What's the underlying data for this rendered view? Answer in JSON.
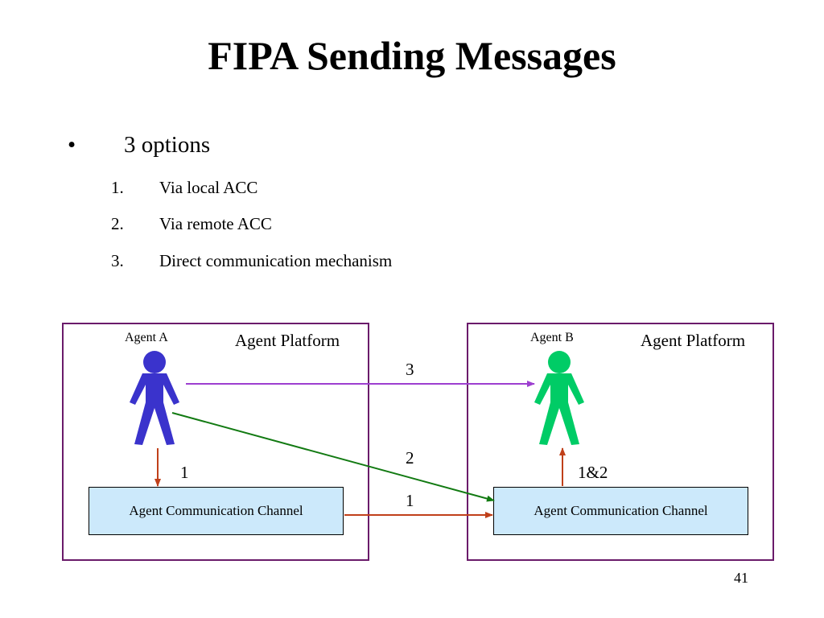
{
  "slide": {
    "title": "FIPA Sending Messages",
    "bullet_symbol": "•",
    "bullet_text": "3 options",
    "items": [
      {
        "num": "1.",
        "text": "Via local ACC"
      },
      {
        "num": "2.",
        "text": "Via remote ACC"
      },
      {
        "num": "3.",
        "text": "Direct communication mechanism"
      }
    ],
    "page_number": "41"
  },
  "diagram": {
    "left_platform": {
      "label": "Agent Platform",
      "agent_label": "Agent A",
      "channel_label": "Agent Communication Channel"
    },
    "right_platform": {
      "label": "Agent Platform",
      "agent_label": "Agent B",
      "channel_label": "Agent Communication Channel"
    },
    "arrow_labels": {
      "local_down": "1",
      "direct": "3",
      "remote": "2",
      "channel_link": "1",
      "up_to_b": "1&2"
    },
    "colors": {
      "agent_a": "#3a33cc",
      "agent_b": "#00cc66",
      "platform_border": "#6a1b6a",
      "channel_fill": "#cce9fb",
      "arrow_direct": "#9d3fd0",
      "arrow_remote": "#127a12",
      "arrow_local": "#c0401a"
    }
  }
}
